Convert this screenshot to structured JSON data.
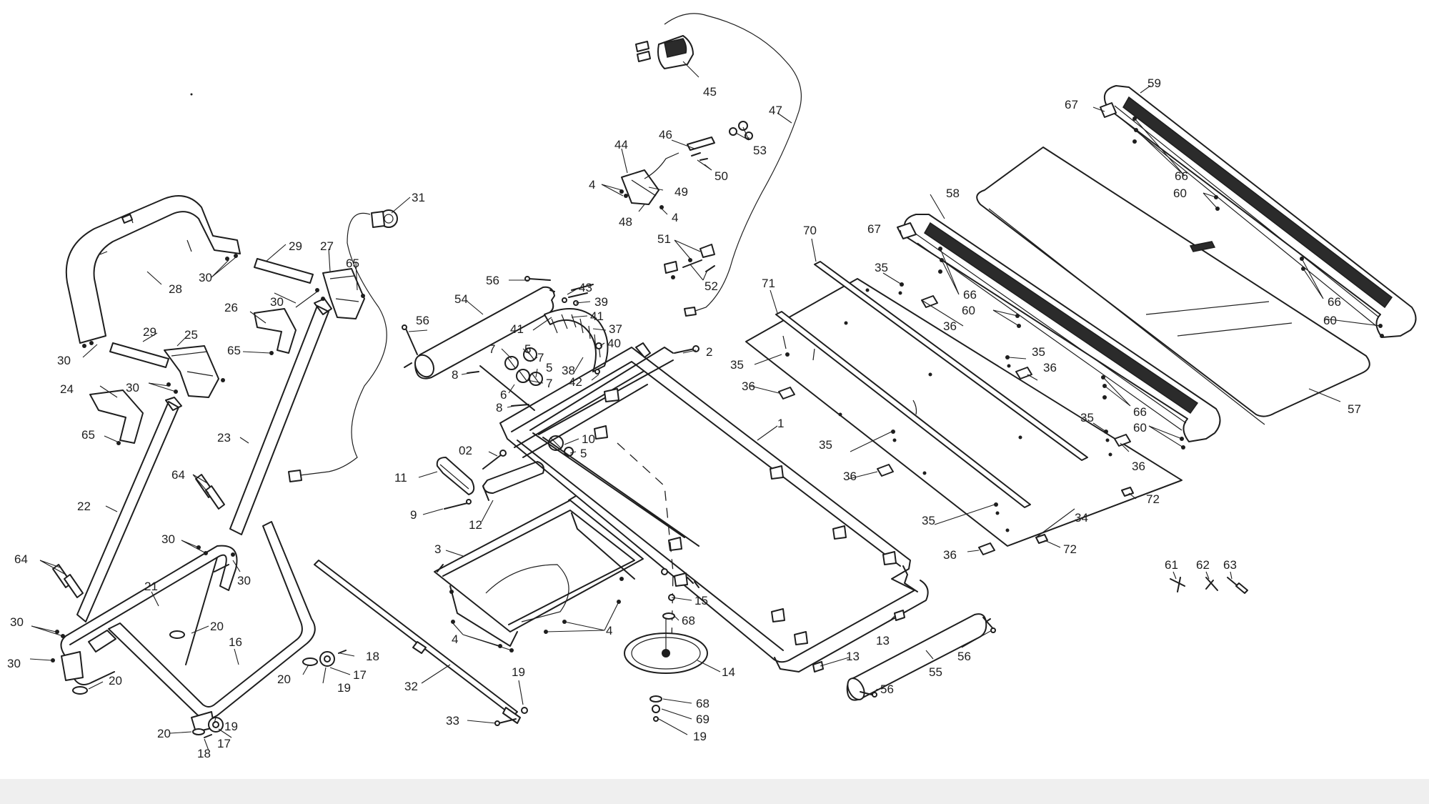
{
  "diagram": {
    "callouts": [
      {
        "id": "c45",
        "text": "45"
      },
      {
        "id": "c47",
        "text": "47"
      },
      {
        "id": "c46",
        "text": "46"
      },
      {
        "id": "c53",
        "text": "53"
      },
      {
        "id": "c44",
        "text": "44"
      },
      {
        "id": "c50",
        "text": "50"
      },
      {
        "id": "c4a",
        "text": "4"
      },
      {
        "id": "c49",
        "text": "49"
      },
      {
        "id": "c48",
        "text": "48"
      },
      {
        "id": "c4b",
        "text": "4"
      },
      {
        "id": "c51",
        "text": "51"
      },
      {
        "id": "c52",
        "text": "52"
      },
      {
        "id": "c31",
        "text": "31"
      },
      {
        "id": "c29a",
        "text": "29"
      },
      {
        "id": "c27",
        "text": "27"
      },
      {
        "id": "c65a",
        "text": "65"
      },
      {
        "id": "c30a",
        "text": "30"
      },
      {
        "id": "c28",
        "text": "28"
      },
      {
        "id": "c30b",
        "text": "30"
      },
      {
        "id": "c26",
        "text": "26"
      },
      {
        "id": "c29b",
        "text": "29"
      },
      {
        "id": "c25",
        "text": "25"
      },
      {
        "id": "c65b",
        "text": "65"
      },
      {
        "id": "c30c",
        "text": "30"
      },
      {
        "id": "c30d",
        "text": "30"
      },
      {
        "id": "c24",
        "text": "24"
      },
      {
        "id": "c65c",
        "text": "65"
      },
      {
        "id": "c23",
        "text": "23"
      },
      {
        "id": "c64a",
        "text": "64"
      },
      {
        "id": "c22",
        "text": "22"
      },
      {
        "id": "c30e",
        "text": "30"
      },
      {
        "id": "c30f",
        "text": "30"
      },
      {
        "id": "c64b",
        "text": "64"
      },
      {
        "id": "c21",
        "text": "21"
      },
      {
        "id": "c20a",
        "text": "20"
      },
      {
        "id": "c30g",
        "text": "30"
      },
      {
        "id": "c30h",
        "text": "30"
      },
      {
        "id": "c16",
        "text": "16"
      },
      {
        "id": "c18a",
        "text": "18"
      },
      {
        "id": "c20b",
        "text": "20"
      },
      {
        "id": "c17a",
        "text": "17"
      },
      {
        "id": "c19a",
        "text": "19"
      },
      {
        "id": "c20c",
        "text": "20"
      },
      {
        "id": "c19b",
        "text": "19"
      },
      {
        "id": "c20d",
        "text": "20"
      },
      {
        "id": "c17b",
        "text": "17"
      },
      {
        "id": "c18b",
        "text": "18"
      },
      {
        "id": "c56a",
        "text": "56"
      },
      {
        "id": "c54",
        "text": "54"
      },
      {
        "id": "c43",
        "text": "43"
      },
      {
        "id": "c39",
        "text": "39"
      },
      {
        "id": "c41a",
        "text": "41"
      },
      {
        "id": "c41b",
        "text": "41"
      },
      {
        "id": "c37",
        "text": "37"
      },
      {
        "id": "c56b",
        "text": "56"
      },
      {
        "id": "c7a",
        "text": "7"
      },
      {
        "id": "c5a",
        "text": "5"
      },
      {
        "id": "c7b",
        "text": "7"
      },
      {
        "id": "c40",
        "text": "40"
      },
      {
        "id": "c38",
        "text": "38"
      },
      {
        "id": "c5b",
        "text": "5"
      },
      {
        "id": "c42",
        "text": "42"
      },
      {
        "id": "c8a",
        "text": "8"
      },
      {
        "id": "c7c",
        "text": "7"
      },
      {
        "id": "c6",
        "text": "6"
      },
      {
        "id": "c8b",
        "text": "8"
      },
      {
        "id": "c2",
        "text": "2"
      },
      {
        "id": "c10",
        "text": "10"
      },
      {
        "id": "c02",
        "text": "02"
      },
      {
        "id": "c5c",
        "text": "5"
      },
      {
        "id": "c1",
        "text": "1"
      },
      {
        "id": "c11",
        "text": "11"
      },
      {
        "id": "c9",
        "text": "9"
      },
      {
        "id": "c12",
        "text": "12"
      },
      {
        "id": "c3",
        "text": "3"
      },
      {
        "id": "c4c",
        "text": "4"
      },
      {
        "id": "c4d",
        "text": "4"
      },
      {
        "id": "c15",
        "text": "15"
      },
      {
        "id": "c68a",
        "text": "68"
      },
      {
        "id": "c14",
        "text": "14"
      },
      {
        "id": "c32",
        "text": "32"
      },
      {
        "id": "c19c",
        "text": "19"
      },
      {
        "id": "c33",
        "text": "33"
      },
      {
        "id": "c68b",
        "text": "68"
      },
      {
        "id": "c69",
        "text": "69"
      },
      {
        "id": "c19d",
        "text": "19"
      },
      {
        "id": "c13a",
        "text": "13"
      },
      {
        "id": "c13b",
        "text": "13"
      },
      {
        "id": "c56c",
        "text": "56"
      },
      {
        "id": "c55",
        "text": "55"
      },
      {
        "id": "c56d",
        "text": "56"
      },
      {
        "id": "c70",
        "text": "70"
      },
      {
        "id": "c71",
        "text": "71"
      },
      {
        "id": "c35a",
        "text": "35"
      },
      {
        "id": "c35b",
        "text": "35"
      },
      {
        "id": "c36a",
        "text": "36"
      },
      {
        "id": "c35c",
        "text": "35"
      },
      {
        "id": "c36b",
        "text": "36"
      },
      {
        "id": "c36c",
        "text": "36"
      },
      {
        "id": "c35d",
        "text": "35"
      },
      {
        "id": "c36d",
        "text": "36"
      },
      {
        "id": "c35e",
        "text": "35"
      },
      {
        "id": "c36e",
        "text": "36"
      },
      {
        "id": "c35f",
        "text": "35"
      },
      {
        "id": "c36f",
        "text": "36"
      },
      {
        "id": "c72a",
        "text": "72"
      },
      {
        "id": "c34",
        "text": "34"
      },
      {
        "id": "c72b",
        "text": "72"
      },
      {
        "id": "c58",
        "text": "58"
      },
      {
        "id": "c67a",
        "text": "67"
      },
      {
        "id": "c66a",
        "text": "66"
      },
      {
        "id": "c60a",
        "text": "60"
      },
      {
        "id": "c66b",
        "text": "66"
      },
      {
        "id": "c60b",
        "text": "60"
      },
      {
        "id": "c67b",
        "text": "67"
      },
      {
        "id": "c59",
        "text": "59"
      },
      {
        "id": "c66c",
        "text": "66"
      },
      {
        "id": "c60c",
        "text": "60"
      },
      {
        "id": "c66d",
        "text": "66"
      },
      {
        "id": "c60d",
        "text": "60"
      },
      {
        "id": "c57",
        "text": "57"
      },
      {
        "id": "c61",
        "text": "61"
      },
      {
        "id": "c62",
        "text": "62"
      },
      {
        "id": "c63",
        "text": "63"
      }
    ]
  }
}
